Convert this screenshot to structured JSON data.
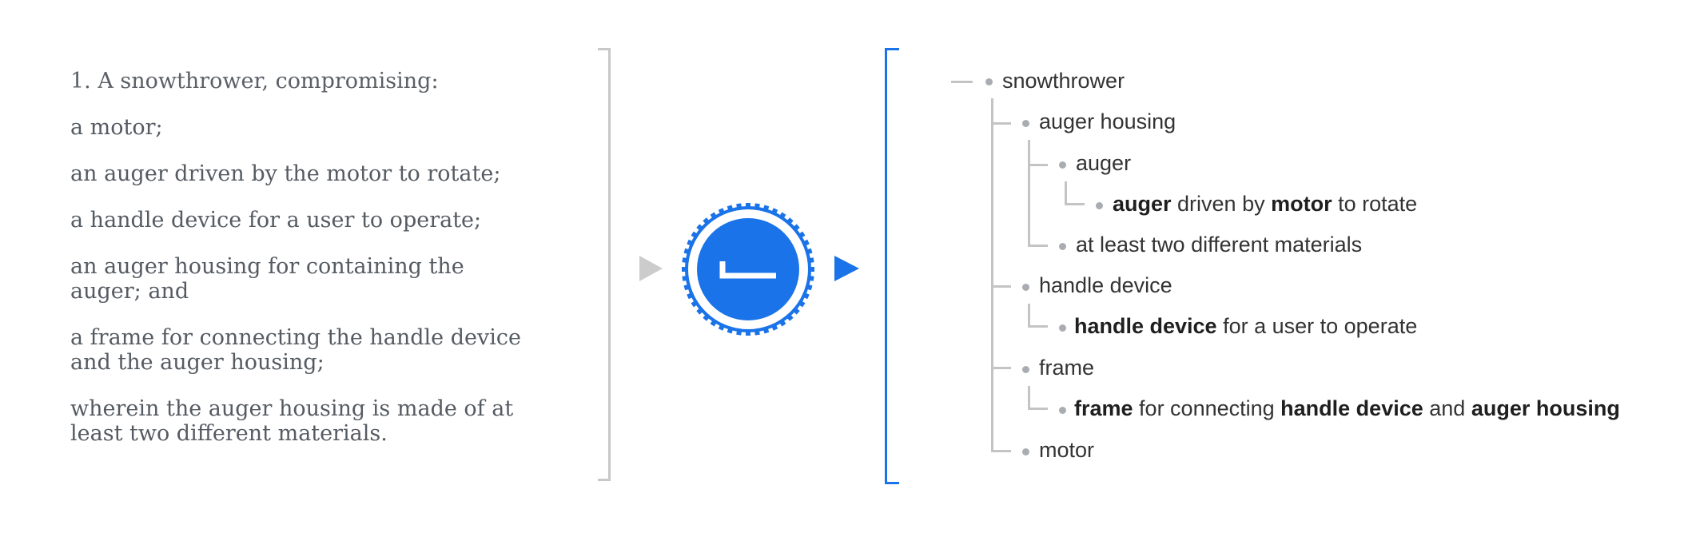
{
  "claim": {
    "paragraphs": [
      "1. A snowthrower, compromising:",
      "a motor;",
      "an auger driven by the motor to rotate;",
      "a handle device for a user to operate;",
      "an auger housing for containing the auger; and",
      "a frame for connecting the handle device and the auger housing;",
      "wherein the auger housing is made of at least two different materials."
    ]
  },
  "tree": {
    "root": "snowthrower",
    "auger_housing": "auger housing",
    "auger": "auger",
    "auger_desc": {
      "b1": "auger",
      "t1": " driven by ",
      "b2": "motor",
      "t2": " to rotate"
    },
    "materials": "at least two different materials",
    "handle_device": "handle device",
    "handle_desc": {
      "b1": "handle device",
      "t1": " for a user to operate"
    },
    "frame": "frame",
    "frame_desc": {
      "b1": "frame",
      "t1": " for connecting ",
      "b2": "handle device",
      "t2": " and ",
      "b3": "auger housing"
    },
    "motor": "motor"
  },
  "colors": {
    "accent": "#1a73e8",
    "gray": "#cccccc"
  },
  "icons": {
    "converter": "gear-icon"
  }
}
